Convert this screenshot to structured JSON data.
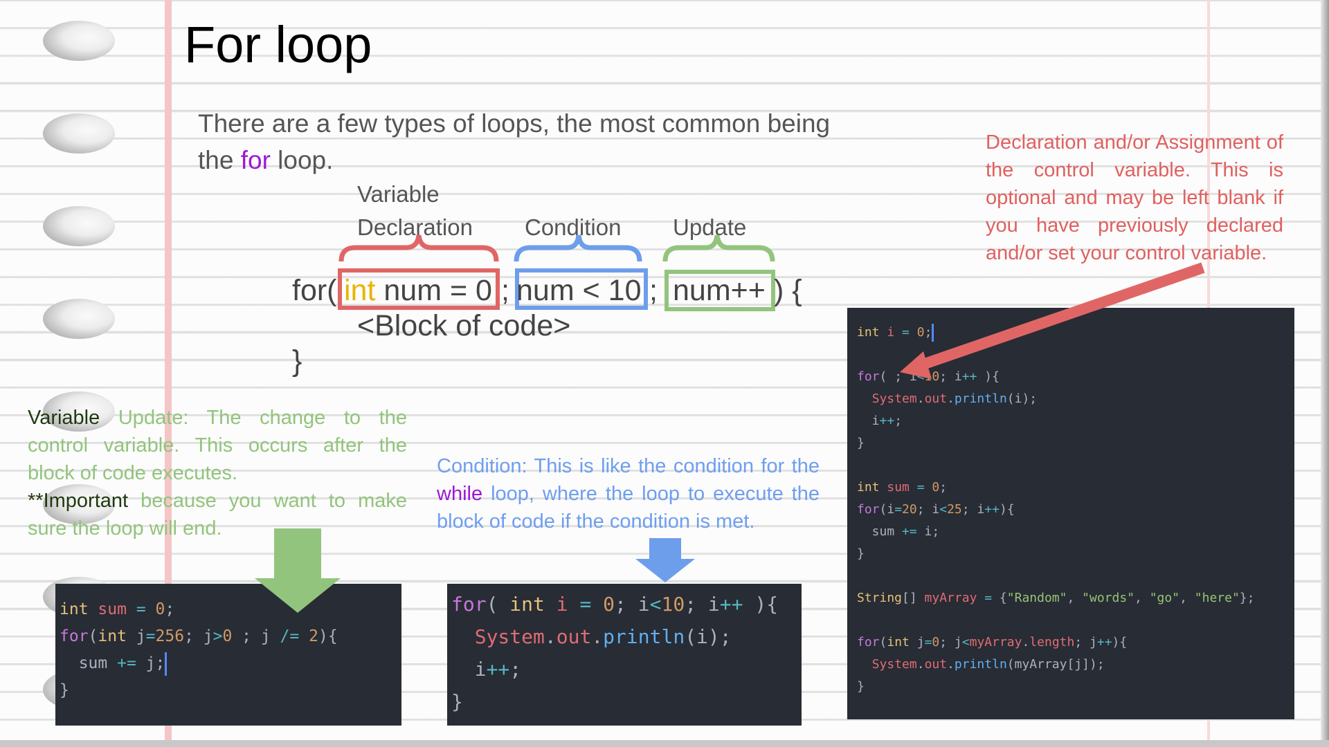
{
  "slide": {
    "title": "For loop",
    "intro_before": "There are a few types of loops, the most common being the ",
    "intro_keyword": "for",
    "intro_after": " loop."
  },
  "syntax": {
    "label_variable": "Variable",
    "label_declaration": "Declaration",
    "label_condition": "Condition",
    "label_update": "Update",
    "for_open": "for(",
    "decl_type": "int",
    "decl_rest": " num = 0",
    "semi_1": ";",
    "condition": "num < 10",
    "semi_2": ";",
    "update": "num++",
    "close_paren_brace": ") {",
    "block": "<Block of code>",
    "close_brace": "}"
  },
  "notes": {
    "declaration": "Declaration and/or Assignment of the control variable. This is optional and may be left blank if you have previously declared and/or set your control variable.",
    "update_prefix": "Variable",
    "update_body": " Update: The change to the control variable. This occurs after the block of code executes.",
    "update_important": "**Important",
    "update_tail": " because you want to make sure the loop will end.",
    "condition_before": "Condition: This is like the condition for the ",
    "condition_keyword": "while",
    "condition_after": " loop, where the loop to execute the block of code if the condition is met."
  },
  "colors": {
    "red": "#e06666",
    "blue": "#6d9eeb",
    "green": "#93c47d",
    "purple": "#9b18d6",
    "yellow": "#e8b400",
    "code_bg": "#282c34"
  },
  "code_update_example": {
    "lines": [
      [
        [
          "int",
          "t-ty"
        ],
        [
          " ",
          "t-pl"
        ],
        [
          "sum",
          "t-var"
        ],
        [
          " ",
          "t-pl"
        ],
        [
          "=",
          "t-op"
        ],
        [
          " ",
          "t-pl"
        ],
        [
          "0",
          "t-num"
        ],
        [
          ";",
          "t-pl"
        ]
      ],
      [
        [
          "for",
          "t-kw"
        ],
        [
          "(",
          "t-pl"
        ],
        [
          "int",
          "t-ty"
        ],
        [
          " j",
          "t-pl"
        ],
        [
          "=",
          "t-op"
        ],
        [
          "256",
          "t-num"
        ],
        [
          "; j",
          "t-pl"
        ],
        [
          ">",
          "t-op"
        ],
        [
          "0",
          "t-num"
        ],
        [
          " ; j ",
          "t-pl"
        ],
        [
          "/=",
          "t-op"
        ],
        [
          " ",
          "t-pl"
        ],
        [
          "2",
          "t-num"
        ],
        [
          "){",
          "t-pl"
        ]
      ],
      [
        [
          "  sum ",
          "t-pl"
        ],
        [
          "+=",
          "t-op"
        ],
        [
          " j;",
          "t-pl"
        ]
      ],
      [
        [
          "}",
          "t-pl"
        ]
      ]
    ]
  },
  "code_condition_example": {
    "lines": [
      [
        [
          "for",
          "t-kw"
        ],
        [
          "( ",
          "t-pl"
        ],
        [
          "int",
          "t-ty"
        ],
        [
          " ",
          "t-pl"
        ],
        [
          "i",
          "t-var"
        ],
        [
          " ",
          "t-pl"
        ],
        [
          "=",
          "t-op"
        ],
        [
          " ",
          "t-pl"
        ],
        [
          "0",
          "t-num"
        ],
        [
          "; i",
          "t-pl"
        ],
        [
          "<",
          "t-op"
        ],
        [
          "10",
          "t-num"
        ],
        [
          "; i",
          "t-pl"
        ],
        [
          "++",
          "t-op"
        ],
        [
          " ){",
          "t-pl"
        ]
      ],
      [
        [
          "  ",
          "t-pl"
        ],
        [
          "System",
          "t-var"
        ],
        [
          ".",
          "t-pl"
        ],
        [
          "out",
          "t-var"
        ],
        [
          ".",
          "t-pl"
        ],
        [
          "println",
          "t-fn"
        ],
        [
          "(i);",
          "t-pl"
        ]
      ],
      [
        [
          "  i",
          "t-pl"
        ],
        [
          "++",
          "t-op"
        ],
        [
          ";",
          "t-pl"
        ]
      ],
      [
        [
          "}",
          "t-pl"
        ]
      ]
    ]
  },
  "code_declaration_example": {
    "lines": [
      [
        [
          "int",
          "t-ty"
        ],
        [
          " ",
          "t-pl"
        ],
        [
          "i",
          "t-var"
        ],
        [
          " ",
          "t-pl"
        ],
        [
          "=",
          "t-op"
        ],
        [
          " ",
          "t-pl"
        ],
        [
          "0",
          "t-num"
        ],
        [
          ";",
          "t-pl"
        ]
      ],
      [
        [
          "",
          "t-pl"
        ]
      ],
      [
        [
          "for",
          "t-kw"
        ],
        [
          "( ; i",
          "t-pl"
        ],
        [
          "<",
          "t-op"
        ],
        [
          "10",
          "t-num"
        ],
        [
          "; i",
          "t-pl"
        ],
        [
          "++",
          "t-op"
        ],
        [
          " ){",
          "t-pl"
        ]
      ],
      [
        [
          "  ",
          "t-pl"
        ],
        [
          "System",
          "t-var"
        ],
        [
          ".",
          "t-pl"
        ],
        [
          "out",
          "t-var"
        ],
        [
          ".",
          "t-pl"
        ],
        [
          "println",
          "t-fn"
        ],
        [
          "(i);",
          "t-pl"
        ]
      ],
      [
        [
          "  i",
          "t-pl"
        ],
        [
          "++",
          "t-op"
        ],
        [
          ";",
          "t-pl"
        ]
      ],
      [
        [
          "}",
          "t-pl"
        ]
      ],
      [
        [
          "",
          "t-pl"
        ]
      ],
      [
        [
          "int",
          "t-ty"
        ],
        [
          " ",
          "t-pl"
        ],
        [
          "sum",
          "t-var"
        ],
        [
          " ",
          "t-pl"
        ],
        [
          "=",
          "t-op"
        ],
        [
          " ",
          "t-pl"
        ],
        [
          "0",
          "t-num"
        ],
        [
          ";",
          "t-pl"
        ]
      ],
      [
        [
          "for",
          "t-kw"
        ],
        [
          "(i",
          "t-pl"
        ],
        [
          "=",
          "t-op"
        ],
        [
          "20",
          "t-num"
        ],
        [
          "; i",
          "t-pl"
        ],
        [
          "<",
          "t-op"
        ],
        [
          "25",
          "t-num"
        ],
        [
          "; i",
          "t-pl"
        ],
        [
          "++",
          "t-op"
        ],
        [
          "){",
          "t-pl"
        ]
      ],
      [
        [
          "  sum ",
          "t-pl"
        ],
        [
          "+=",
          "t-op"
        ],
        [
          " i;",
          "t-pl"
        ]
      ],
      [
        [
          "}",
          "t-pl"
        ]
      ],
      [
        [
          "",
          "t-pl"
        ]
      ],
      [
        [
          "String",
          "t-ty"
        ],
        [
          "[] ",
          "t-pl"
        ],
        [
          "myArray",
          "t-var"
        ],
        [
          " ",
          "t-pl"
        ],
        [
          "=",
          "t-op"
        ],
        [
          " {",
          "t-pl"
        ],
        [
          "\"Random\"",
          "t-str"
        ],
        [
          ", ",
          "t-pl"
        ],
        [
          "\"words\"",
          "t-str"
        ],
        [
          ", ",
          "t-pl"
        ],
        [
          "\"go\"",
          "t-str"
        ],
        [
          ", ",
          "t-pl"
        ],
        [
          "\"here\"",
          "t-str"
        ],
        [
          "};",
          "t-pl"
        ]
      ],
      [
        [
          "",
          "t-pl"
        ]
      ],
      [
        [
          "for",
          "t-kw"
        ],
        [
          "(",
          "t-pl"
        ],
        [
          "int",
          "t-ty"
        ],
        [
          " j",
          "t-pl"
        ],
        [
          "=",
          "t-op"
        ],
        [
          "0",
          "t-num"
        ],
        [
          "; j",
          "t-pl"
        ],
        [
          "<",
          "t-op"
        ],
        [
          "myArray",
          "t-var"
        ],
        [
          ".",
          "t-pl"
        ],
        [
          "length",
          "t-var"
        ],
        [
          "; j",
          "t-pl"
        ],
        [
          "++",
          "t-op"
        ],
        [
          "){",
          "t-pl"
        ]
      ],
      [
        [
          "  ",
          "t-pl"
        ],
        [
          "System",
          "t-var"
        ],
        [
          ".",
          "t-pl"
        ],
        [
          "out",
          "t-var"
        ],
        [
          ".",
          "t-pl"
        ],
        [
          "println",
          "t-fn"
        ],
        [
          "(myArray[j]);",
          "t-pl"
        ]
      ],
      [
        [
          "}",
          "t-pl"
        ]
      ]
    ]
  }
}
